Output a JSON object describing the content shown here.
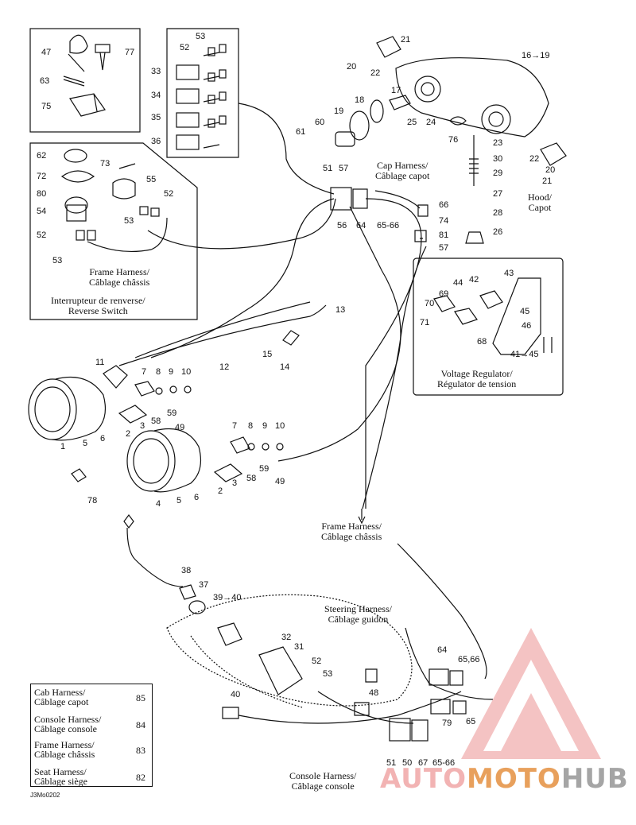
{
  "part_numbers": {
    "n47": "47",
    "n77": "77",
    "n63": "63",
    "n75": "75",
    "n53a": "53",
    "n52a": "52",
    "n33": "33",
    "n34": "34",
    "n35": "35",
    "n36": "36",
    "n62": "62",
    "n73": "73",
    "n72": "72",
    "n55": "55",
    "n80": "80",
    "n52b": "52",
    "n54": "54",
    "n53b": "53",
    "n52c": "52",
    "n53c": "53",
    "n21a": "21",
    "n20a": "20",
    "n22a": "22",
    "n16": "16→19",
    "n17": "17",
    "n18": "18",
    "n19": "19",
    "n60": "60",
    "n61": "61",
    "n25": "25",
    "n24": "24",
    "n76": "76",
    "n23": "23",
    "n30": "30",
    "n29": "29",
    "n27": "27",
    "n28": "28",
    "n26": "26",
    "n22b": "22",
    "n20b": "20",
    "n21b": "21",
    "n51a": "51",
    "n57a": "57",
    "n56": "56",
    "n64a": "64",
    "n6566a": "65-66",
    "n66": "66",
    "n74": "74",
    "n81": "81",
    "n57b": "57",
    "n13": "13",
    "n12": "12",
    "n15": "15",
    "n14": "14",
    "n43": "43",
    "n42": "42",
    "n44": "44",
    "n69": "69",
    "n70": "70",
    "n71": "71",
    "n68": "68",
    "n45": "45",
    "n46": "46",
    "n4145": "41→45",
    "n11": "11",
    "n7a": "7",
    "n8a": "8",
    "n9a": "9",
    "n10a": "10",
    "n1": "1",
    "n5a": "5",
    "n6a": "6",
    "n2a": "2",
    "n3a": "3",
    "n58a": "58",
    "n59a": "59",
    "n49a": "49",
    "n7b": "7",
    "n8b": "8",
    "n9b": "9",
    "n10b": "10",
    "n59b": "59",
    "n58b": "58",
    "n3b": "3",
    "n2b": "2",
    "n49b": "49",
    "n4": "4",
    "n5b": "5",
    "n6b": "6",
    "n78": "78",
    "n38": "38",
    "n37": "37",
    "n3940": "39→40",
    "n32": "32",
    "n31": "31",
    "n52d": "52",
    "n53d": "53",
    "n48": "48",
    "n40": "40",
    "n64b": "64",
    "n6566b": "65,66",
    "n79": "79",
    "n65": "65",
    "n51b": "51",
    "n50": "50",
    "n67": "67",
    "n6566c": "65-66"
  },
  "labels": {
    "cap_harness": [
      "Cap Harness/",
      "Câblage capot"
    ],
    "hood": [
      "Hood/",
      "Capot"
    ],
    "frame_harness_top": [
      "Frame Harness/",
      "Câblage châssis"
    ],
    "reverse_switch": [
      "Interrupteur de renverse/",
      "Reverse Switch"
    ],
    "voltage_regulator": [
      "Voltage Regulator/",
      "Régulator de tension"
    ],
    "frame_harness_mid": [
      "Frame Harness/",
      "Câblage châssis"
    ],
    "steering_harness": [
      "Steering Harness/",
      "Câblage guidon"
    ],
    "console_harness": [
      "Console Harness/",
      "Câblage console"
    ]
  },
  "legend": [
    {
      "text": [
        "Cab Harness/",
        "Câblage capot"
      ],
      "num": "85"
    },
    {
      "text": [
        "Console Harness/",
        "Câblage console"
      ],
      "num": "84"
    },
    {
      "text": [
        "Frame Harness/",
        "Câblage châssis"
      ],
      "num": "83"
    },
    {
      "text": [
        "Seat Harness/",
        "Câblage siège"
      ],
      "num": "82"
    }
  ],
  "watermark": {
    "a": "AUTO",
    "b": "MOTO",
    "c": "HUB"
  },
  "drawing_code": "J3Mo0202"
}
